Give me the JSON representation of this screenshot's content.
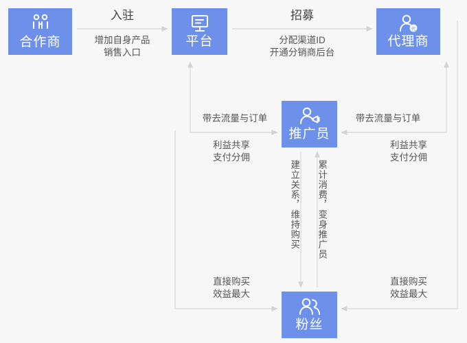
{
  "canvas": {
    "background": "#f7f7f7",
    "node_color": "#6d91ea",
    "line_color": "#d6d6d6",
    "text_color": "#555555"
  },
  "nodes": {
    "partner": {
      "label": "合作商",
      "icon": "handshake-partner-icon"
    },
    "platform": {
      "label": "平台",
      "icon": "monitor-display-icon"
    },
    "agent": {
      "label": "代理商",
      "icon": "person-agent-badge-icon"
    },
    "promoter": {
      "label": "推广员",
      "icon": "person-megaphone-icon"
    },
    "fan": {
      "label": "粉丝",
      "icon": "two-people-group-icon"
    }
  },
  "edges": {
    "partner_to_platform": {
      "title": "入驻",
      "sub_line1": "增加自身产品",
      "sub_line2": "销售入口"
    },
    "platform_to_agent": {
      "title": "招募",
      "sub_line1": "分配渠道ID",
      "sub_line2": "开通分销商后台"
    },
    "promoter_to_platform": {
      "above": "带去流量与订单",
      "below_line1": "利益共享",
      "below_line2": "支付分佣"
    },
    "promoter_to_agent": {
      "above": "带去流量与订单",
      "below_line1": "利益共享",
      "below_line2": "支付分佣"
    },
    "promoter_to_fan": {
      "vertical": "建立关系，维持购买"
    },
    "fan_to_promoter": {
      "vertical": "累计消费，变身推广员"
    },
    "fan_to_platform": {
      "line1": "直接购买",
      "line2": "效益最大"
    },
    "fan_to_agent": {
      "line1": "直接购买",
      "line2": "效益最大"
    }
  }
}
